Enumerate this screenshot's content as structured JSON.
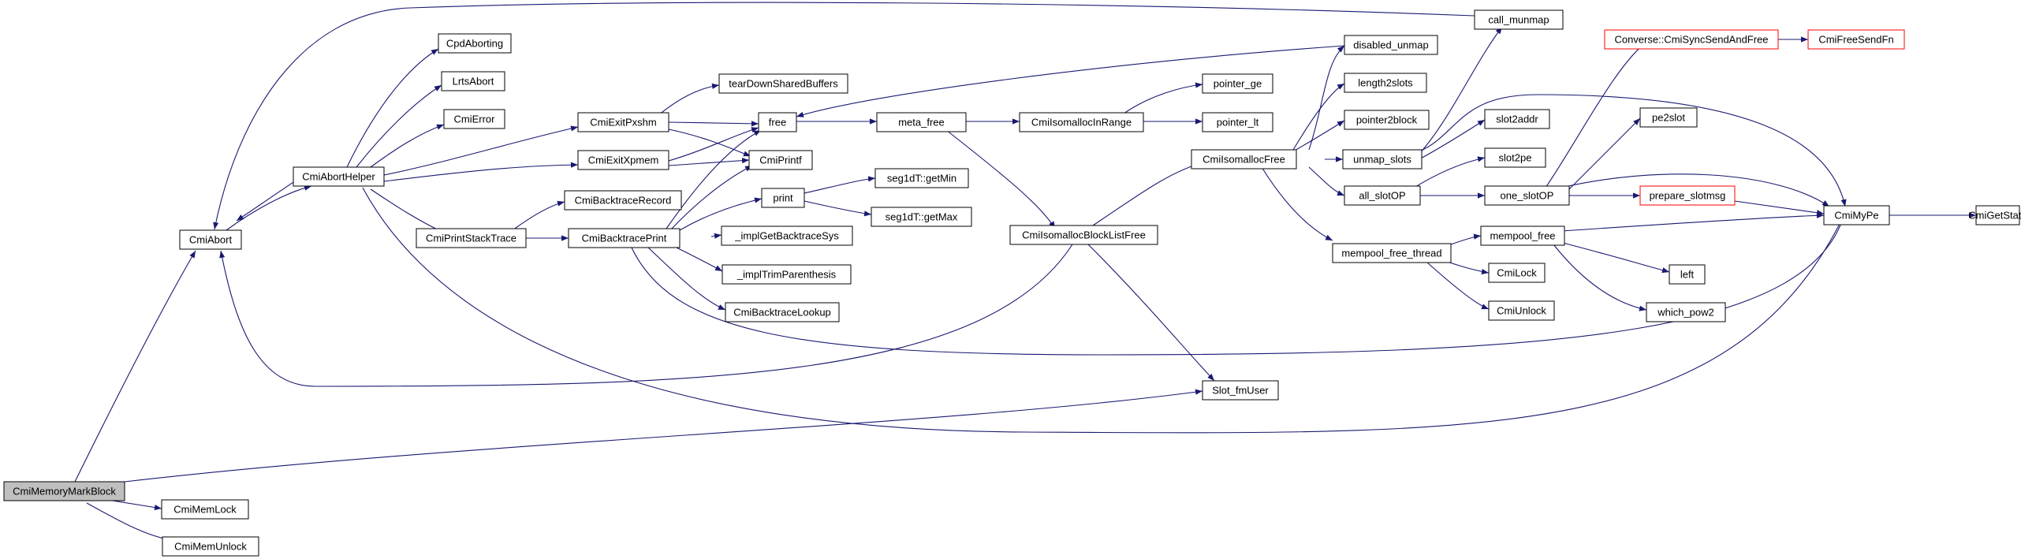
{
  "colors": {
    "edge": "#191970",
    "root_fill": "#bfbfbf",
    "truncated_border": "#ff0000",
    "node_border": "#000000"
  },
  "nodes": {
    "CmiMemoryMarkBlock": "CmiMemoryMarkBlock",
    "CmiAbort": "CmiAbort",
    "CmiMemLock": "CmiMemLock",
    "CmiMemUnlock": "CmiMemUnlock",
    "Slot_fmUser": "Slot_fmUser",
    "CmiAbortHelper": "CmiAbortHelper",
    "CpdAborting": "CpdAborting",
    "LrtsAbort": "LrtsAbort",
    "CmiError": "CmiError",
    "CmiExitPxshm": "CmiExitPxshm",
    "CmiExitXpmem": "CmiExitXpmem",
    "CmiPrintStackTrace": "CmiPrintStackTrace",
    "CmiBacktraceRecord": "CmiBacktraceRecord",
    "CmiBacktracePrint": "CmiBacktracePrint",
    "tearDownSharedBuffers": "tearDownSharedBuffers",
    "free": "free",
    "CmiPrintf": "CmiPrintf",
    "print": "print",
    "implGetBacktraceSys": "_implGetBacktraceSys",
    "implTrimParenthesis": "_implTrimParenthesis",
    "CmiBacktraceLookup": "CmiBacktraceLookup",
    "segGetMin": "seg1dT::getMin",
    "segGetMax": "seg1dT::getMax",
    "meta_free": "meta_free",
    "CmiIsomallocInRange": "CmiIsomallocInRange",
    "pointer_ge": "pointer_ge",
    "pointer_lt": "pointer_lt",
    "CmiIsomallocBlockListFree": "CmiIsomallocBlockListFree",
    "CmiIsomallocFree": "CmiIsomallocFree",
    "disabled_unmap": "disabled_unmap",
    "length2slots": "length2slots",
    "pointer2block": "pointer2block",
    "unmap_slots": "unmap_slots",
    "all_slotOP": "all_slotOP",
    "mempool_free_thread": "mempool_free_thread",
    "call_munmap": "call_munmap",
    "slot2addr": "slot2addr",
    "slot2pe": "slot2pe",
    "one_slotOP": "one_slotOP",
    "mempool_free": "mempool_free",
    "CmiLock": "CmiLock",
    "CmiUnlock": "CmiUnlock",
    "CmiSyncSendAndFree": "Converse::CmiSyncSendAndFree",
    "CmiFreeSendFn": "CmiFreeSendFn",
    "pe2slot": "pe2slot",
    "prepare_slotmsg": "prepare_slotmsg",
    "left": "left",
    "which_pow2": "which_pow2",
    "CmiMyPe": "CmiMyPe",
    "CmiGetState": "CmiGetState"
  }
}
